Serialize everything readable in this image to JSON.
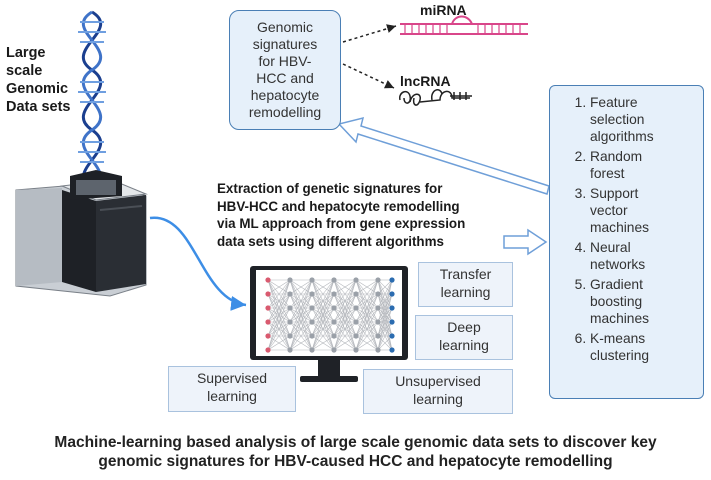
{
  "dataset_label": [
    "Large",
    "scale",
    "Genomic",
    "Data sets"
  ],
  "signatures_box": [
    "Genomic",
    "signatures",
    "for HBV-",
    "HCC and",
    "hepatocyte",
    "remodelling"
  ],
  "mirna_label": "miRNA",
  "lncrna_label": "lncRNA",
  "extraction_text": [
    "Extraction of genetic signatures for",
    "HBV-HCC and hepatocyte remodelling",
    "via ML approach from gene expression",
    "data sets using different algorithms"
  ],
  "algorithms": [
    [
      "Feature",
      "selection",
      "algorithms"
    ],
    [
      "Random",
      "forest"
    ],
    [
      "Support",
      "vector",
      "machines"
    ],
    [
      "Neural",
      "networks"
    ],
    [
      "Gradient",
      "boosting",
      "machines"
    ],
    [
      "K-means",
      "clustering"
    ]
  ],
  "learning_tags": {
    "transfer": [
      "Transfer",
      "learning"
    ],
    "deep": [
      "Deep",
      "learning"
    ],
    "supervised": [
      "Supervised",
      "learning"
    ],
    "unsupervised": [
      "Unsupervised",
      "learning"
    ]
  },
  "caption": [
    "Machine-learning  based analysis of large scale genomic data sets to discover key",
    "genomic signatures for HBV-caused HCC and  hepatocyte remodelling"
  ],
  "colors": {
    "accent_blue": "#4a7fb5",
    "box_fill": "#e6f0fa",
    "dna_blue": "#1b3f8f",
    "rna_pink": "#d9468a",
    "node_red": "#d95a6f",
    "node_blue": "#2b6cb0"
  },
  "icons": [
    "dna-helix-icon",
    "sequencer-machine-icon",
    "mirna-hairpin-icon",
    "lncrna-structure-icon",
    "neural-network-monitor-icon"
  ]
}
